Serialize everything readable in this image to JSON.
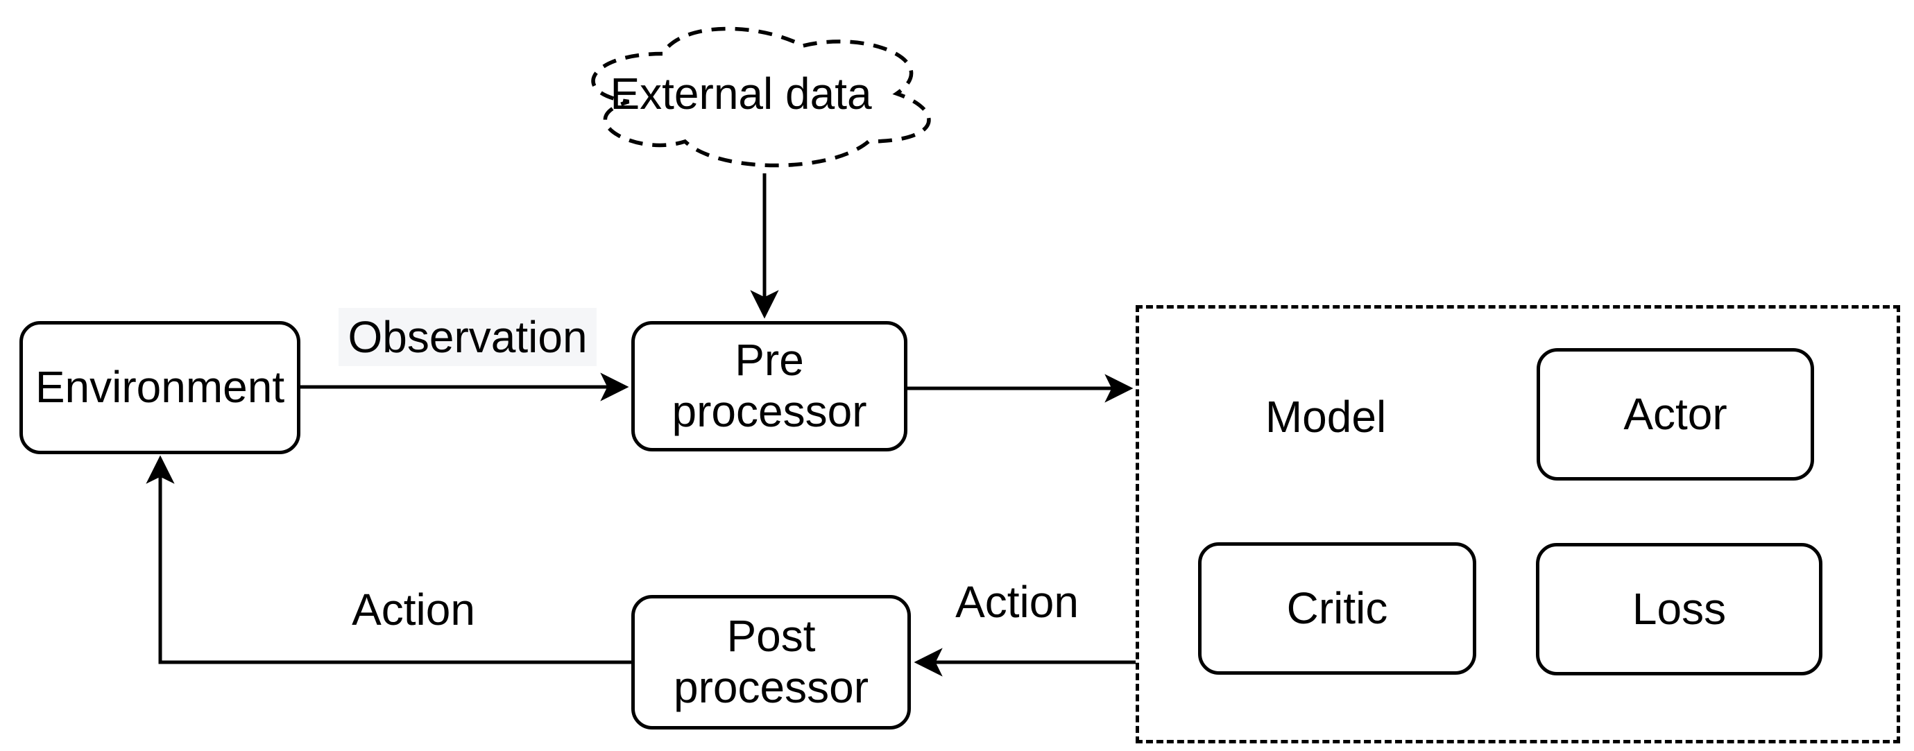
{
  "diagram": {
    "cloud": {
      "label": "External data"
    },
    "nodes": {
      "environment": {
        "label": "Environment"
      },
      "preprocessor": {
        "line1": "Pre",
        "line2": "processor"
      },
      "postprocessor": {
        "line1": "Post",
        "line2": "processor"
      },
      "actor": {
        "label": "Actor"
      },
      "critic": {
        "label": "Critic"
      },
      "loss": {
        "label": "Loss"
      }
    },
    "model_container": {
      "label": "Model"
    },
    "edge_labels": {
      "observation": "Observation",
      "action_to_post": "Action",
      "action_to_env": "Action"
    },
    "colors": {
      "stroke": "#000000",
      "background": "#ffffff",
      "observation_highlight": "#f5f6f8"
    }
  }
}
